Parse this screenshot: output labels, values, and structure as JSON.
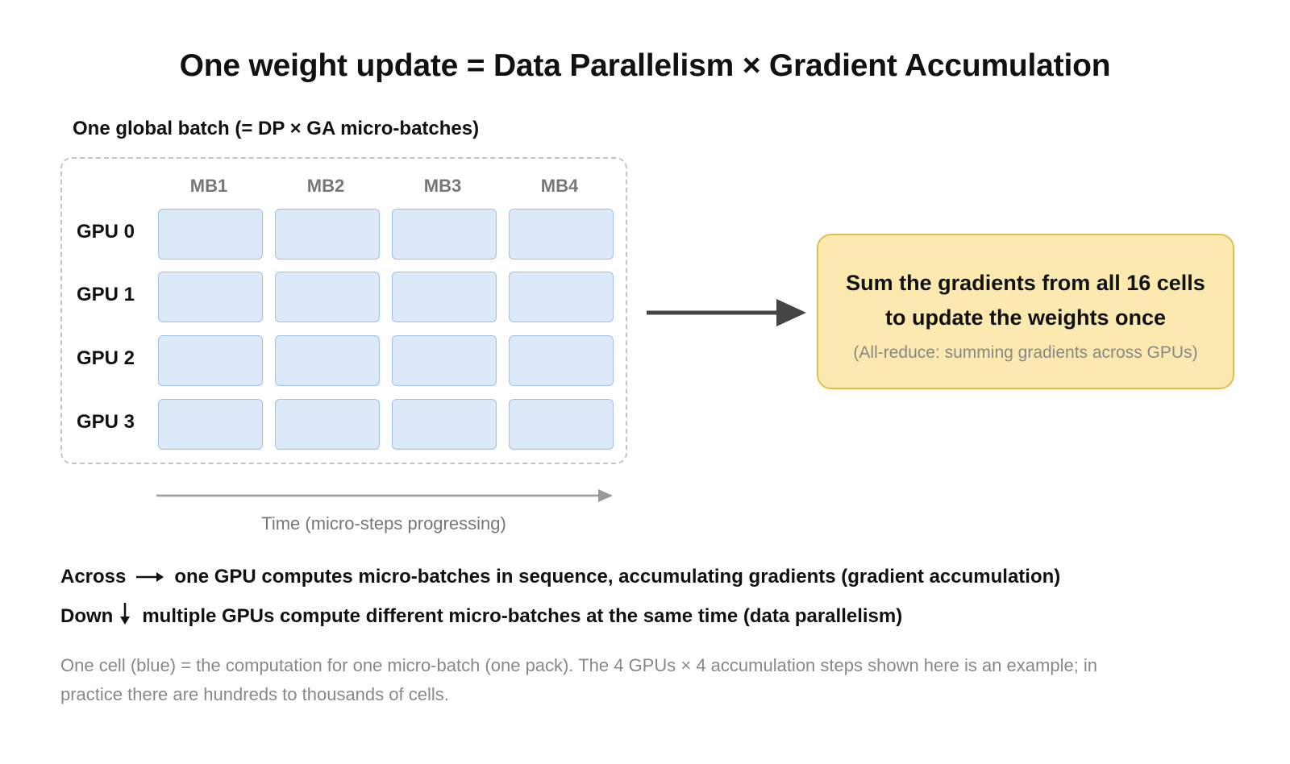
{
  "title": "One weight update = Data Parallelism × Gradient Accumulation",
  "global_batch": {
    "label": "One global batch (= DP × GA micro-batches)",
    "columns": [
      "MB1",
      "MB2",
      "MB3",
      "MB4"
    ],
    "rows": [
      "GPU 0",
      "GPU 1",
      "GPU 2",
      "GPU 3"
    ],
    "cell_color": "#dce9f8",
    "cell_border_color": "#9ec1e8"
  },
  "time_axis": {
    "label": "Time (micro-steps progressing)"
  },
  "result": {
    "line1": "Sum the gradients from all 16 cells",
    "line2": "to update the weights once",
    "note": "(All-reduce: summing gradients across GPUs)",
    "fill_color": "#fbe9b0",
    "border_color": "#e3bd4a"
  },
  "explanations": {
    "across": {
      "label": "Across",
      "icon": "right-arrow-icon",
      "text": "one GPU computes micro-batches in sequence, accumulating gradients (gradient accumulation)"
    },
    "down": {
      "label": "Down",
      "icon": "down-arrow-icon",
      "text": "multiple GPUs compute different micro-batches at the same time (data parallelism)"
    }
  },
  "footnote": "One cell (blue) = the computation for one micro-batch (one pack). The 4 GPUs × 4 accumulation steps shown here is an example; in practice there are hundreds to thousands of cells."
}
